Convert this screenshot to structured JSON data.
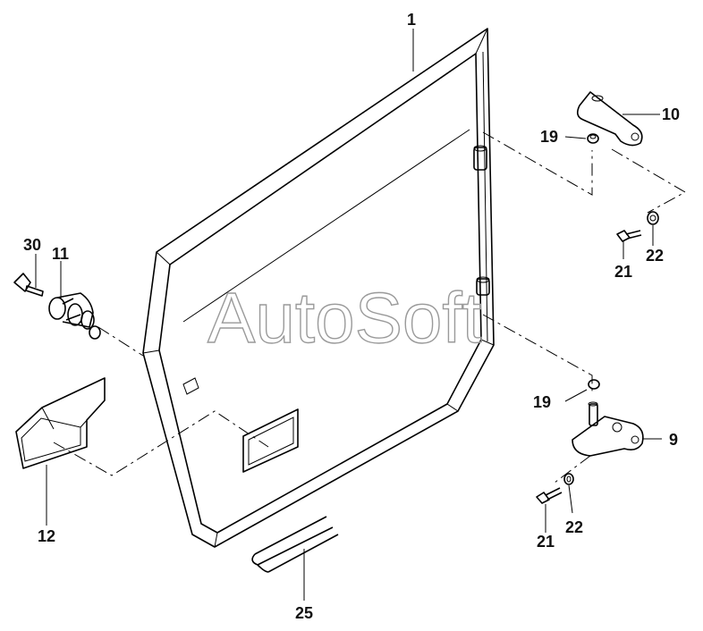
{
  "watermark": "AutoSoft",
  "callouts": {
    "c1": "1",
    "c9": "9",
    "c10": "10",
    "c11": "11",
    "c12": "12",
    "c19a": "19",
    "c19b": "19",
    "c21a": "21",
    "c21b": "21",
    "c22a": "22",
    "c22b": "22",
    "c25": "25",
    "c30": "30"
  }
}
